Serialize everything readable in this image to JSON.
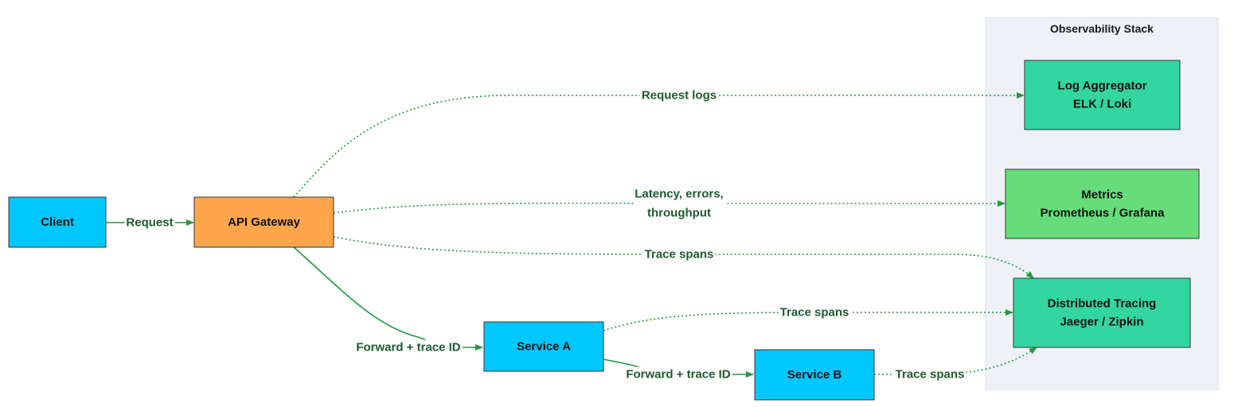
{
  "colors": {
    "edge": "#1f9a3c",
    "edge_label": "#1e5a2e",
    "label_bg": "#ffffff",
    "group_fill": "#eef2f7",
    "group_stroke": "#dbe1ea",
    "node_stroke": "#333333"
  },
  "group": {
    "title": "Observability Stack"
  },
  "nodes": [
    {
      "id": "client",
      "lines": [
        "Client"
      ],
      "fill": "#00c8ff"
    },
    {
      "id": "gateway",
      "lines": [
        "API Gateway"
      ],
      "fill": "#ffa64d"
    },
    {
      "id": "svc_a",
      "lines": [
        "Service A"
      ],
      "fill": "#00c8ff"
    },
    {
      "id": "svc_b",
      "lines": [
        "Service B"
      ],
      "fill": "#00c8ff"
    },
    {
      "id": "logs",
      "lines": [
        "Log Aggregator",
        "ELK / Loki"
      ],
      "fill": "#33d6a0"
    },
    {
      "id": "metrics",
      "lines": [
        "Metrics",
        "Prometheus / Grafana"
      ],
      "fill": "#66dd7a"
    },
    {
      "id": "tracing",
      "lines": [
        "Distributed Tracing",
        "Jaeger / Zipkin"
      ],
      "fill": "#33d6a0"
    }
  ],
  "edges": [
    {
      "id": "client_gateway",
      "from": "client",
      "to": "gateway",
      "style": "solid",
      "label": [
        "Request"
      ]
    },
    {
      "id": "gateway_svc_a",
      "from": "gateway",
      "to": "svc_a",
      "style": "solid",
      "label": [
        "Forward + trace ID"
      ]
    },
    {
      "id": "svc_a_svc_b",
      "from": "svc_a",
      "to": "svc_b",
      "style": "solid",
      "label": [
        "Forward + trace ID"
      ]
    },
    {
      "id": "gateway_logs",
      "from": "gateway",
      "to": "logs",
      "style": "dotted",
      "label": [
        "Request logs"
      ]
    },
    {
      "id": "gateway_metrics",
      "from": "gateway",
      "to": "metrics",
      "style": "dotted",
      "label": [
        "Latency, errors,",
        "throughput"
      ]
    },
    {
      "id": "gateway_tracing",
      "from": "gateway",
      "to": "tracing",
      "style": "dotted",
      "label": [
        "Trace spans"
      ]
    },
    {
      "id": "svc_a_tracing",
      "from": "svc_a",
      "to": "tracing",
      "style": "dotted",
      "label": [
        "Trace spans"
      ]
    },
    {
      "id": "svc_b_tracing",
      "from": "svc_b",
      "to": "tracing",
      "style": "dotted",
      "label": [
        "Trace spans"
      ]
    }
  ]
}
